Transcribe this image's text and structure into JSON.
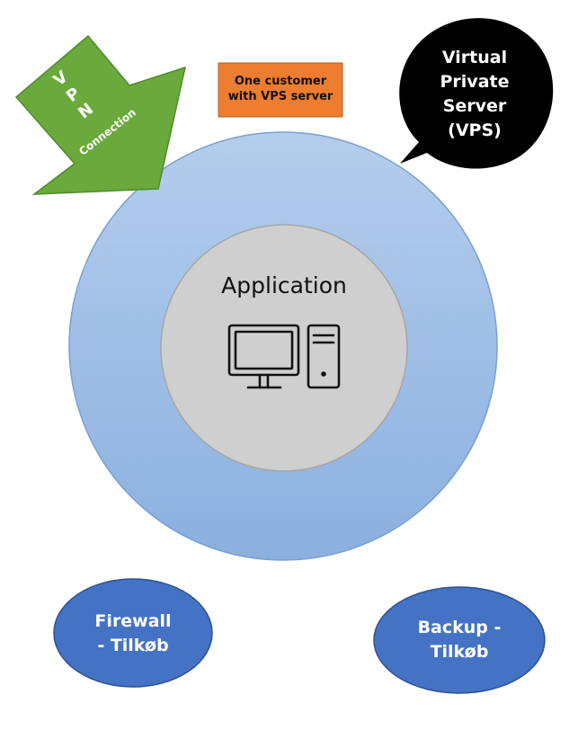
{
  "diagram": {
    "vpn_arrow": {
      "letters": [
        "V",
        "P",
        "N"
      ],
      "sublabel": "Connection"
    },
    "customer_box": {
      "line1": "One customer",
      "line2": "with VPS server"
    },
    "vps_bubble": {
      "lines": [
        "Virtual",
        "Private",
        "Server",
        "(VPS)"
      ]
    },
    "application": {
      "label": "Application",
      "icon": "computer-icon"
    },
    "firewall": {
      "line1": "Firewall",
      "line2": "- Tilkøb"
    },
    "backup": {
      "line1": "Backup -",
      "line2": "Tilkøb"
    },
    "colors": {
      "arrow_fill": "#6aaa3c",
      "arrow_stroke": "#4f8a2b",
      "box_fill": "#ed7d31",
      "box_stroke": "#b85e1e",
      "bubble_fill": "#000000",
      "outer_circle_light": "#b4cdec",
      "outer_circle_dark": "#8bb0df",
      "outer_circle_stroke": "#7aa0d0",
      "inner_circle": "#cfcfcf",
      "inner_circle_stroke": "#a6a6a6",
      "node_fill": "#4472c4",
      "node_stroke": "#2f528f"
    }
  }
}
